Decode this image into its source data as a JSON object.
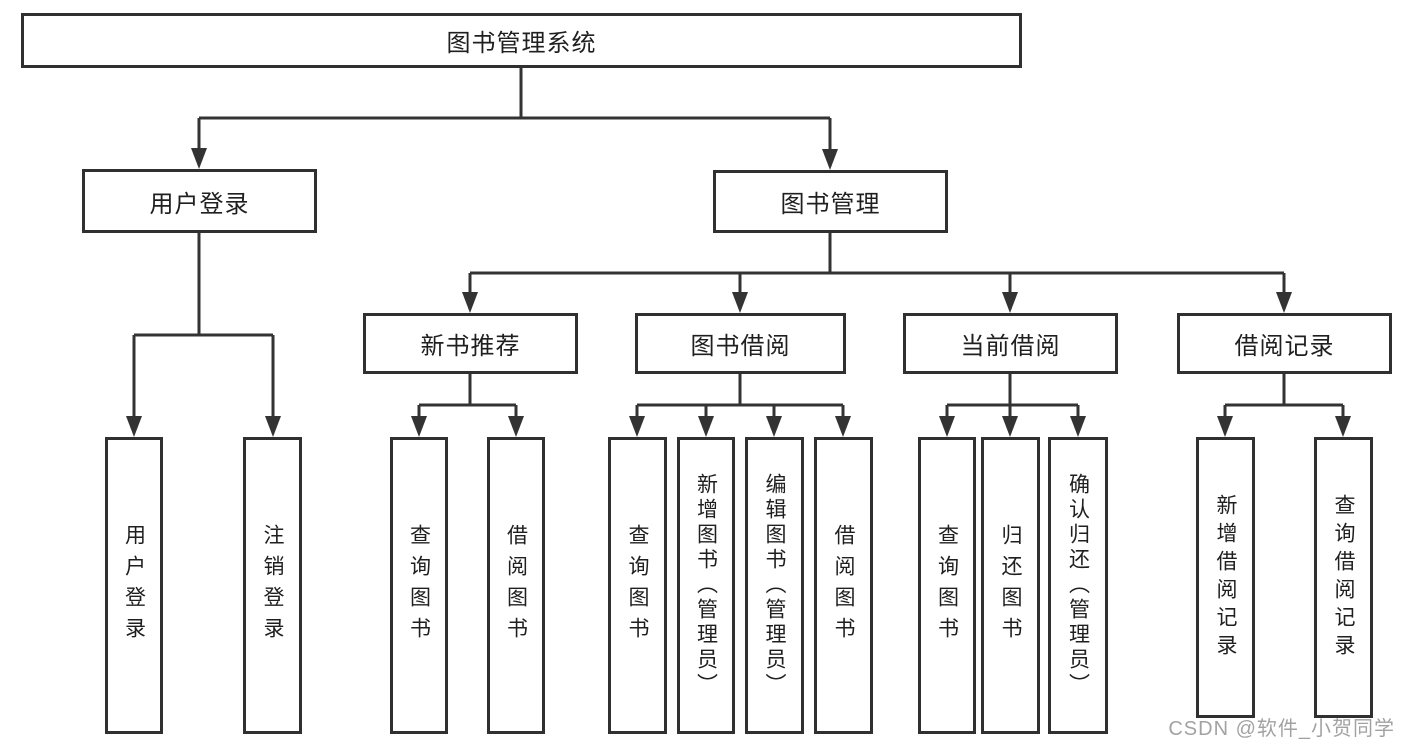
{
  "diagram": {
    "title": "图书管理系统",
    "tree": {
      "label": "图书管理系统",
      "children": [
        {
          "label": "用户登录",
          "children": [
            {
              "label": "用户登录"
            },
            {
              "label": "注销登录"
            }
          ]
        },
        {
          "label": "图书管理",
          "children": [
            {
              "label": "新书推荐",
              "children": [
                {
                  "label": "查询图书"
                },
                {
                  "label": "借阅图书"
                }
              ]
            },
            {
              "label": "图书借阅",
              "children": [
                {
                  "label": "查询图书"
                },
                {
                  "label": "新增图书（管理员）"
                },
                {
                  "label": "编辑图书（管理员）"
                },
                {
                  "label": "借阅图书"
                }
              ]
            },
            {
              "label": "当前借阅",
              "children": [
                {
                  "label": "查询图书"
                },
                {
                  "label": "归还图书"
                },
                {
                  "label": "确认归还（管理员）"
                }
              ]
            },
            {
              "label": "借阅记录",
              "children": [
                {
                  "label": "新增借阅记录"
                },
                {
                  "label": "查询借阅记录"
                }
              ]
            }
          ]
        }
      ]
    }
  },
  "watermark": {
    "text": "CSDN @软件_小贺同学"
  },
  "colors": {
    "line": "#333333",
    "box_border": "#303030",
    "text": "#1f1f1f",
    "watermark": "#9b9b9b",
    "background": "#ffffff"
  }
}
